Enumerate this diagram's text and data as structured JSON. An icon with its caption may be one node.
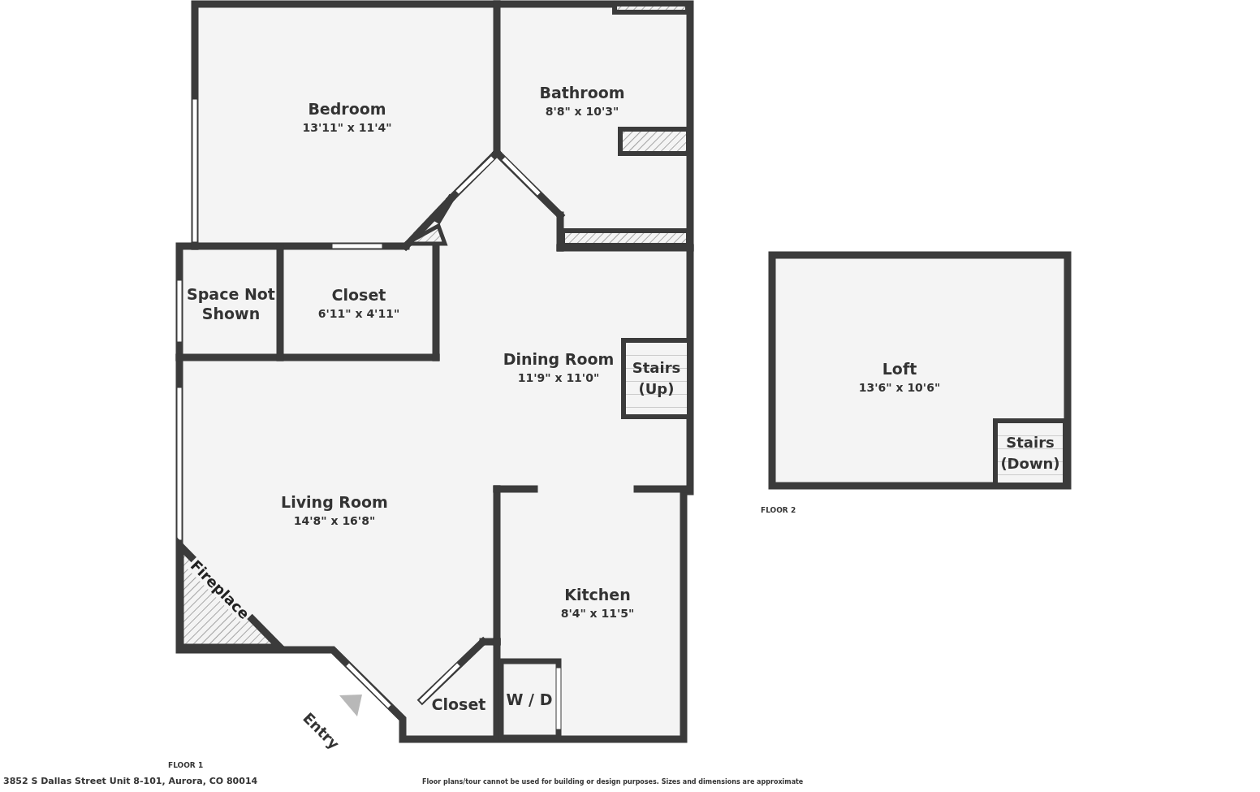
{
  "diagram": {
    "nodes": [
      {
        "text": [
          "Bedroom",
          "13'11\" x 11'4\""
        ]
      },
      {
        "text": [
          "Bathroom",
          "8'8\" x 10'3\""
        ]
      },
      {
        "text": [
          "Space Not Shown"
        ]
      },
      {
        "text": [
          "Closet",
          "6'11\" x 4'11\""
        ]
      },
      {
        "text": [
          "Dining Room",
          "11'9\" x 11'0\""
        ]
      },
      {
        "text": [
          "Stairs (Up)"
        ],
        "in": 4
      },
      {
        "text": [
          "Living Room",
          "14'8\" x 16'8\""
        ]
      },
      {
        "text": [
          "Fireplace"
        ],
        "in": 6
      },
      {
        "text": [
          "Kitchen",
          "8'4\" x 11'5\""
        ]
      },
      {
        "text": [
          "Closet"
        ]
      },
      {
        "text": [
          "W / D"
        ]
      },
      {
        "text": [
          "Loft",
          "13'6\" x 10'6\""
        ]
      },
      {
        "text": [
          "Stairs (Down)"
        ],
        "in": 11
      }
    ],
    "labels": [
      "Entry",
      "FLOOR 2",
      "FLOOR 1",
      "3852 S Dallas Street Unit 8-101, Aurora, CO 80014",
      "Floor plans/tour cannot be used for building or design purposes. Sizes and dimensions are approximate"
    ]
  }
}
